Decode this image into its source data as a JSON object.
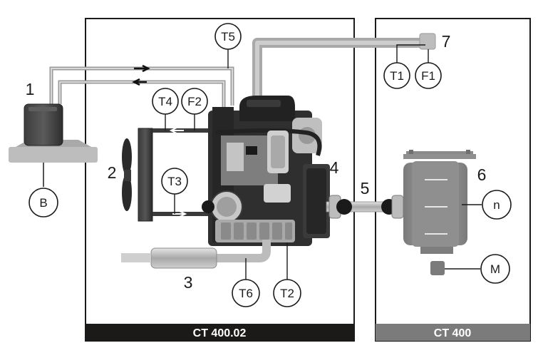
{
  "units": {
    "left": "CT 400.02",
    "right": "CT 400"
  },
  "component_numbers": {
    "fuel_tank": "1",
    "radiator": "2",
    "exhaust": "3",
    "engine": "4",
    "shaft": "5",
    "brake": "6",
    "air_intake": "7"
  },
  "sensors": {
    "t1": "T1",
    "f1": "F1",
    "t2": "T2",
    "t3": "T3",
    "t4": "T4",
    "f2": "F2",
    "t5": "T5",
    "t6": "T6",
    "b": "B",
    "n": "n",
    "m": "M"
  },
  "colors": {
    "frame": "#1a1a1a",
    "left_bar": "#1c1a19",
    "right_bar": "#7b7b7b",
    "pipe": "#b4b4b4",
    "engine_dark": "#2f2f2f",
    "brake_gray": "#8f8f8f"
  }
}
